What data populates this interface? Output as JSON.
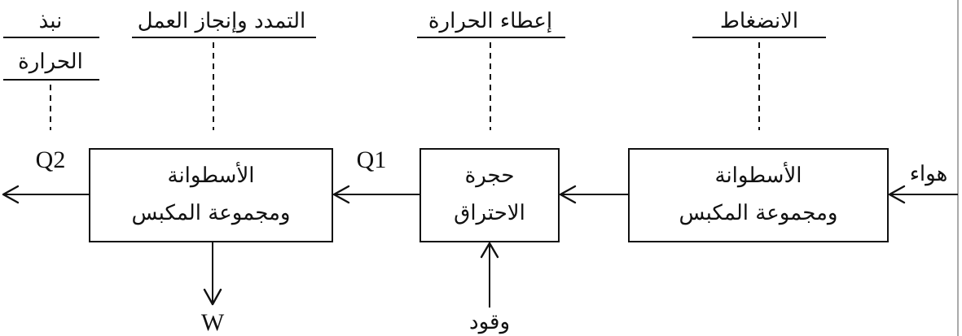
{
  "stages": {
    "compression": "الانضغاط",
    "heat_addition": "إعطاء الحرارة",
    "expansion": "التمدد وإنجاز العمل",
    "heat_rejection_line1": "نبذ",
    "heat_rejection_line2": "الحرارة"
  },
  "blocks": {
    "compressor_line1": "الأسطوانة",
    "compressor_line2": "ومجموعة المكبس",
    "combustion_line1": "حجرة",
    "combustion_line2": "الاحتراق",
    "expander_line1": "الأسطوانة",
    "expander_line2": "ومجموعة المكبس"
  },
  "flows": {
    "air_in": "هواء",
    "fuel_in": "وقود",
    "heat_in": "Q1",
    "heat_out": "Q2",
    "work_out": "W"
  }
}
